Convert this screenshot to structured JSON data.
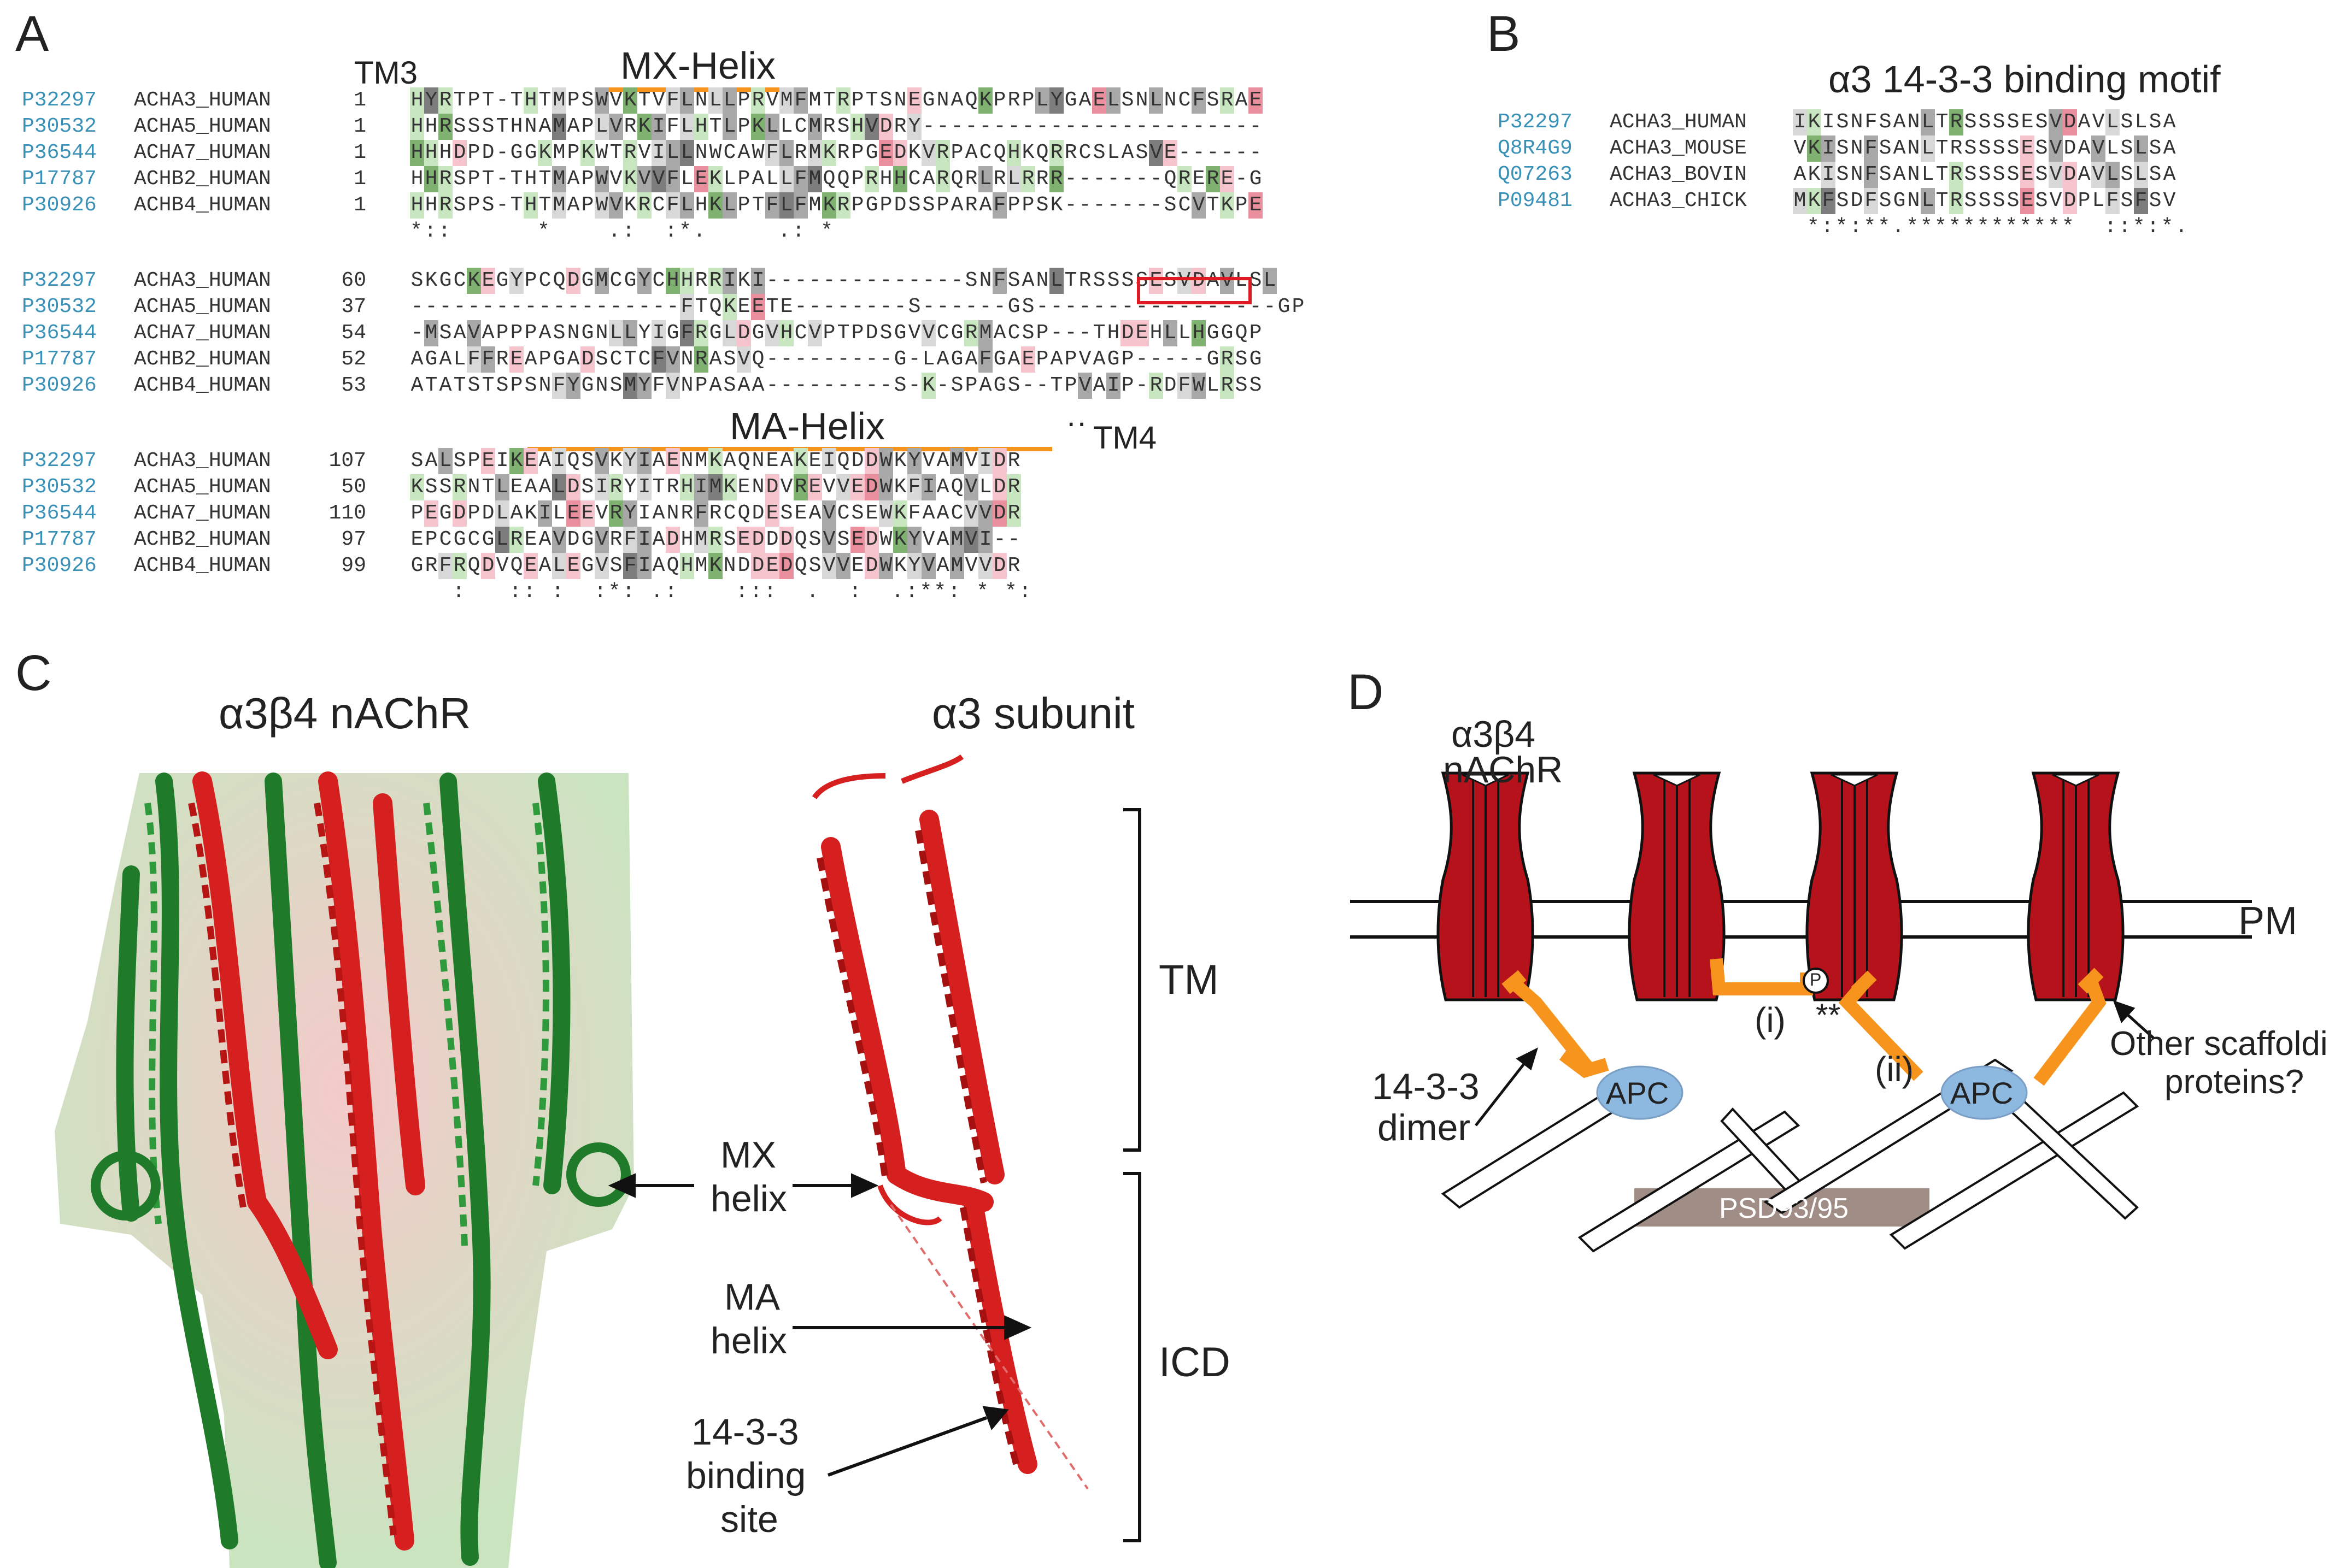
{
  "panels": {
    "A": "A",
    "B": "B",
    "C": "C",
    "D": "D"
  },
  "panelA": {
    "tm3": "TM3",
    "mx_helix": "MX-Helix",
    "ma_helix": "MA-Helix",
    "tm4": "TM4",
    "tm4_dots": "··",
    "blocks": [
      {
        "rows": [
          {
            "acc": "P32297",
            "name": "ACHA3_HUMAN",
            "num": "1",
            "seq": "HYRTPT-THTMPSWVKTVFLNLLPRVMFMTRPTSNEGNAQKPRPLYGAELSNLNCFSRAE"
          },
          {
            "acc": "P30532",
            "name": "ACHA5_HUMAN",
            "num": "1",
            "seq": "HHRSSSTHNAMAPLVRKIFLHTLPKLLCMRSHVDRY------------------------"
          },
          {
            "acc": "P36544",
            "name": "ACHA7_HUMAN",
            "num": "1",
            "seq": "HHHDPD-GGKMPKWTRVILLNWCAWFLRMKRPGEDKVRPACQHKQRRCSLASVE------"
          },
          {
            "acc": "P17787",
            "name": "ACHB2_HUMAN",
            "num": "1",
            "seq": "HHRSPT-THTMAPWVKVVFLEKLPALLFMQQPRHHCARQRLRLRRR-------QRERE-G"
          },
          {
            "acc": "P30926",
            "name": "ACHB4_HUMAN",
            "num": "1",
            "seq": "HHRSPS-THTMAPWVKRCFLHKLPTFLFMKRPGPDSSPARAFPPSK-------SCVTKPE"
          }
        ],
        "cons": "*::      *    .:  :*.     .: *"
      },
      {
        "rows": [
          {
            "acc": "P32297",
            "name": "ACHA3_HUMAN",
            "num": "60",
            "seq": "SKGCKEGYPCQDGMCGYCHHRRIKI--------------SNFSANLTRSSSSESVDAVLSL"
          },
          {
            "acc": "P30532",
            "name": "ACHA5_HUMAN",
            "num": "37",
            "seq": "-------------------FTQKEETE--------S------GS-----------------GP"
          },
          {
            "acc": "P36544",
            "name": "ACHA7_HUMAN",
            "num": "54",
            "seq": "-MSAVAPPPASNGNLLYIGFRGLDGVHCVPTPDSGVVCGRMACSP---THDEHLLHGGQP"
          },
          {
            "acc": "P17787",
            "name": "ACHB2_HUMAN",
            "num": "52",
            "seq": "AGALFFREAPGADSCTCFVNRASVQ---------G-LAGAFGAEPAPVAGP-----GRSG"
          },
          {
            "acc": "P30926",
            "name": "ACHB4_HUMAN",
            "num": "53",
            "seq": "ATATSTSPSNFYGNSMYFVNPASAA---------S-K-SPAGS--TPVAIP-RDFWLRSS"
          }
        ],
        "cons": ""
      },
      {
        "rows": [
          {
            "acc": "P32297",
            "name": "ACHA3_HUMAN",
            "num": "107",
            "seq": "SALSPEIKEAIQSVKYIAENMKAQNEAKEIQDDWKYVAMVIDR"
          },
          {
            "acc": "P30532",
            "name": "ACHA5_HUMAN",
            "num": "50",
            "seq": "KSSRNTLEAALDSIRYITRHIMKENDVREVVEDWKFIAQVLDR"
          },
          {
            "acc": "P36544",
            "name": "ACHA7_HUMAN",
            "num": "110",
            "seq": "PEGDPDLAKILEEVRYIANRFRCQDESEAVCSEWKFAACVVDR"
          },
          {
            "acc": "P17787",
            "name": "ACHB2_HUMAN",
            "num": "97",
            "seq": "EPCGCGLREAVDGVRFIADHMRSEDDDQSVSEDWKYVAMVI--"
          },
          {
            "acc": "P30926",
            "name": "ACHB4_HUMAN",
            "num": "99",
            "seq": "GRFRQDVQEALEGVSFIAQHMKNDDEDQSVVEDWKYVAMVVDR"
          }
        ],
        "cons": "   :   :: :  :*: .:    :::  .  :  .:**: * *:"
      }
    ]
  },
  "panelB": {
    "title": "α3 14-3-3 binding motif",
    "rows": [
      {
        "acc": "P32297",
        "name": "ACHA3_HUMAN",
        "seq": "IKISNFSANLTRSSSSESVDAVLSLSA"
      },
      {
        "acc": "Q8R4G9",
        "name": "ACHA3_MOUSE",
        "seq": "VKISNFSANLTRSSSSESVDAVLSLSA"
      },
      {
        "acc": "Q07263",
        "name": "ACHA3_BOVIN",
        "seq": "AKISNFSANLTRSSSSESVDAVLSLSA"
      },
      {
        "acc": "P09481",
        "name": "ACHA3_CHICK",
        "seq": "MKFSDFSGNLTRSSSSESVDPLFSFSV"
      }
    ],
    "cons": " *:*:**.************  ::*:*."
  },
  "panelC": {
    "title_left": "α3β4 nAChR",
    "title_right": "α3 subunit",
    "tm": "TM",
    "icd": "ICD",
    "mx_label_1": "MX",
    "mx_label_2": "helix",
    "ma_label_1": "MA",
    "ma_label_2": "helix",
    "site_label_1": "14-3-3",
    "site_label_2": "binding",
    "site_label_3": "site"
  },
  "panelD": {
    "receptor_1": "α3β4",
    "receptor_2": "nAChR",
    "pm": "PM",
    "dimer_1": "14-3-3",
    "dimer_2": "dimer",
    "apc": "APC",
    "apc2": "APC",
    "i": "(i)",
    "ii": "(ii)",
    "p": "P",
    "stars": "**",
    "other_1": "Other scaffolding",
    "other_2": "proteins?",
    "psd": "PSD93/95",
    "colors": {
      "receptor": "#b5121b",
      "dimer": "#f7941d",
      "apc": "#8db8e0",
      "psd": "#a08d85"
    }
  }
}
